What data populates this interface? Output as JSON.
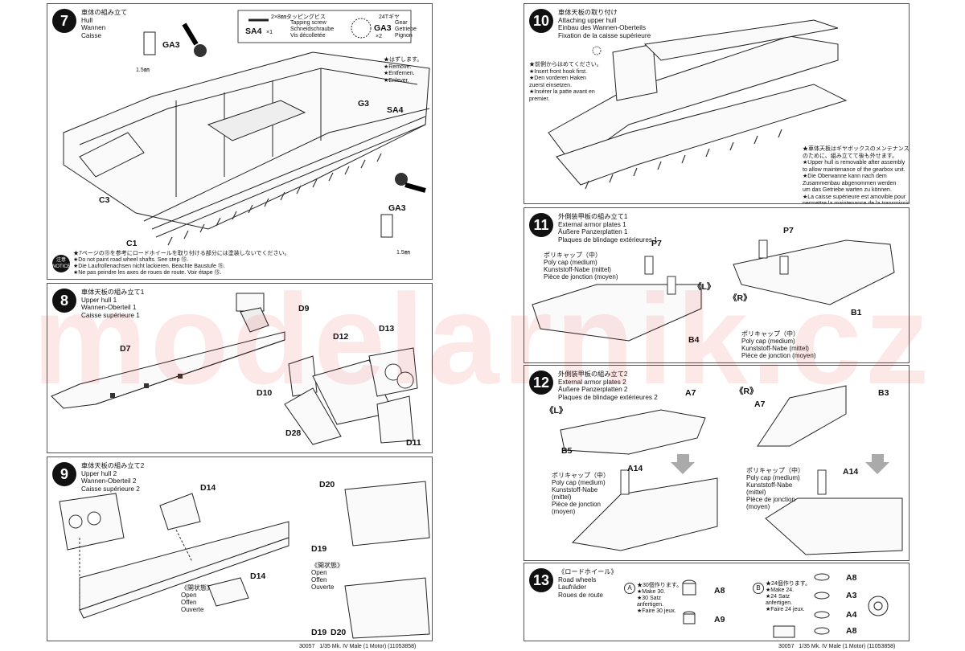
{
  "watermark": "modelarnik.cz",
  "footer": {
    "left_text": "30057   1/35 Mk. IV Male (1 Motor) (11053858)",
    "right_text": "30057   1/35 Mk. IV Male (1 Motor) (11053858)"
  },
  "steps": [
    {
      "num": "7",
      "title": "車体の組み立て\nHull\nWannen\nCaisse",
      "parts_box": {
        "sa4_desc": "2×8㎜タッピングビス",
        "sa4": "SA4",
        "sa4_qty": "×1",
        "sa4_names": "Tapping screw\nSchneidschraube\nVis décolletée",
        "ga3_desc": "24Tギヤ",
        "ga3": "GA3",
        "ga3_qty": "×2",
        "ga3_names": "Gear\nGetriebe\nPignon"
      },
      "labels": {
        "ga3_top": "GA3",
        "ga3_right": "GA3",
        "g3": "G3",
        "sa4": "SA4",
        "c3": "C3",
        "c1": "C1",
        "mm1": "1.5㎜",
        "mm2": "1.5㎜"
      },
      "remove_note": "★はずします。\n★Remove.\n★Entfernen.\n★Enlever.",
      "notice_badge": "注意\nNOTICE",
      "notice": "★7ページの⑮を参考にロードホイールを取り付ける部分には塗装しないでください。\n★Do not paint road wheel shafts. See step ⑮.\n★Die Laufrollenachsen nicht lackieren. Beachte Baustufe ⑮.\n★Ne pas peindre les axes de roues de route. Voir étape ⑮."
    },
    {
      "num": "8",
      "title": "車体天板の組み立て1\nUpper hull 1\nWannen-Oberteil 1\nCaisse supérieure 1",
      "labels": {
        "d9": "D9",
        "d7": "D7",
        "d12": "D12",
        "d13": "D13",
        "d10": "D10",
        "d28": "D28",
        "d11": "D11"
      }
    },
    {
      "num": "9",
      "title": "車体天板の組み立て2\nUpper hull 2\nWannen-Oberteil 2\nCaisse supérieure 2",
      "labels": {
        "d14a": "D14",
        "d14b": "D14",
        "d20a": "D20",
        "d20b": "D20",
        "d19a": "D19",
        "d19b": "D19"
      },
      "open_a": "《開状態》\nOpen\nOffen\nOuverte",
      "open_b": "《開状態》\nOpen\nOffen\nOuverte"
    },
    {
      "num": "10",
      "title": "車体天板の取り付け\nAttaching upper hull\nEinbau des Wannen-Oberteils\nFixation de la caisse supérieure",
      "hook_note": "★前側からはめてください。\n★Insert front hook first.\n★Den vorderen Haken\nzuerst einsetzen.\n★Insérer la patte avant en\npremier.",
      "removable_note": "★車体天板はギヤボックスのメンテナンス\nのために、組み立てて後も外せます。\n★Upper hull is removable after assembly\nto allow maintenance of the gearbox unit.\n★Die Oberwanne kann nach dem\nZusammenbau abgenommen werden\num das Getriebe warten zu können.\n★La caisse supérieure est amovible pour\npermettre la maintenance de la transmission."
    },
    {
      "num": "11",
      "title": "外側装甲板の組み立て1\nExternal armor plates 1\nÄußere Panzerplatten 1\nPlaques de blindage extérieures 1",
      "polycap": "ポリキャップ（中）\nPoly cap (medium)\nKunststoff-Nabe (mittel)\nPièce de jonction (moyen)",
      "labels": {
        "p7a": "P7",
        "p7b": "P7",
        "l": "《L》",
        "r": "《R》",
        "b4": "B4",
        "b1": "B1"
      }
    },
    {
      "num": "12",
      "title": "外側装甲板の組み立て2\nExternal armor plates 2\nÄußere Panzerplatten 2\nPlaques de blindage extérieures 2",
      "polycap": "ポリキャップ（中）\nPoly cap (medium)\nKunststoff-Nabe\n(mittel)\nPièce de jonction\n(moyen)",
      "labels": {
        "l": "《L》",
        "r": "《R》",
        "a7a": "A7",
        "a7b": "A7",
        "b5": "B5",
        "b3": "B3",
        "a14a": "A14",
        "a14b": "A14"
      }
    },
    {
      "num": "13",
      "title": "《ロードホイール》\nRoad wheels\nLaufräder\nRoues de route",
      "a_mark": "A",
      "b_mark": "B",
      "a_note": "★30個作ります。\n★Make 30.\n★30 Satz\nanfertigen.\n★Faire 30 jeux.",
      "b_note": "★24個作ります。\n★Make 24.\n★24 Satz\nanfertigen.\n★Faire 24 jeux.",
      "labels": {
        "a8a": "A8",
        "a9": "A9",
        "a8b": "A8",
        "a3": "A3",
        "a4": "A4",
        "a8c": "A8"
      }
    }
  ]
}
